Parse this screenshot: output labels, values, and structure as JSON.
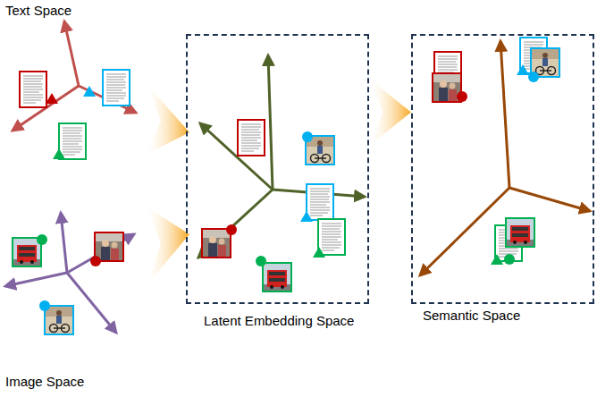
{
  "diagram": {
    "nodes": [
      {
        "text": [
          "Latent Embedding Space"
        ]
      },
      {
        "text": [
          "Semantic Space"
        ]
      }
    ],
    "edges": [
      {
        "from": 0,
        "to": 1,
        "arrow": "to"
      }
    ],
    "labels": [
      "Text Space",
      "Image Space"
    ]
  }
}
